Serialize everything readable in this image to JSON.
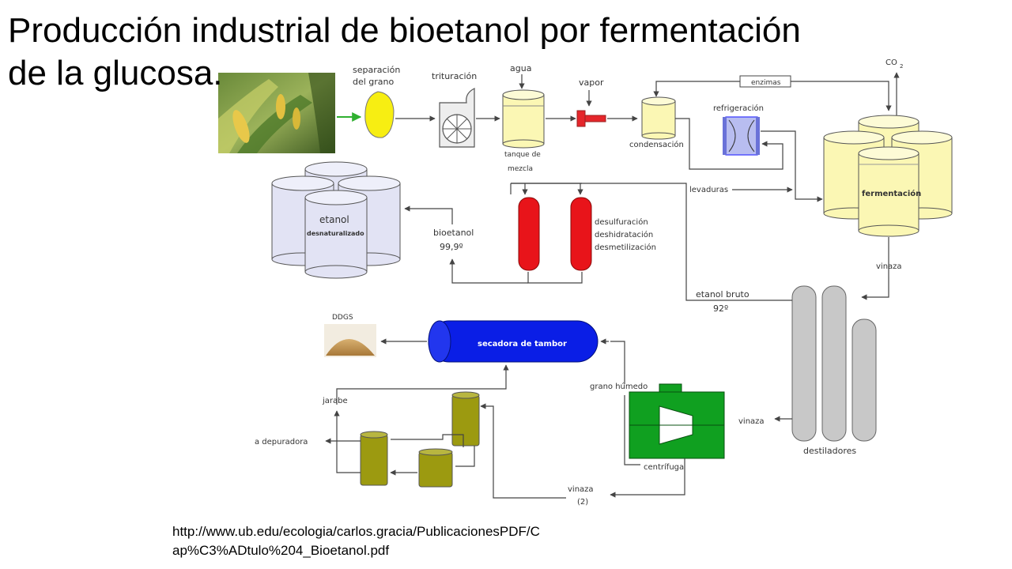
{
  "title_line1": "Producción industrial de bioetanol por fermentación",
  "title_line2": "de la glucosa.",
  "source_line1": "http://www.ub.edu/ecologia/carlos.gracia/PublicacionesPDF/C",
  "source_line2": "ap%C3%ADtulo%204_Bioetanol.pdf",
  "labels": {
    "separacion_1": "separación",
    "separacion_2": "del grano",
    "trituracion": "trituración",
    "agua": "agua",
    "vapor": "vapor",
    "tanque_1": "tanque de",
    "tanque_2": "mezcla",
    "condensacion": "condensación",
    "enzimas": "enzimas",
    "co2": "CO",
    "co2_sub": "2",
    "refrigeracion": "refrigeración",
    "levaduras": "levaduras",
    "fermentacion": "fermentación",
    "etanol_1": "etanol",
    "etanol_2": "desnaturalizado",
    "bioetanol_1": "bioetanol",
    "bioetanol_2": "99,9º",
    "proceso_1": "desulfuración",
    "proceso_2": "deshidratación",
    "proceso_3": "desmetilización",
    "vinaza_top": "vinaza",
    "etanol_bruto_1": "etanol bruto",
    "etanol_bruto_2": "92º",
    "ddgs": "DDGS",
    "secadora": "secadora de tambor",
    "grano_humedo": "grano húmedo",
    "jarabe": "jarabe",
    "depuradora": "a depuradora",
    "vinaza_right": "vinaza",
    "destiladores": "destiladores",
    "centrifuga": "centrífuga",
    "vinaza2_1": "vinaza",
    "vinaza2_2": "(2)"
  },
  "colors": {
    "grain_yellow": "#f7ee12",
    "tank_yellow": "#fbf7b4",
    "fermenter_yellow": "#fbf7b4",
    "ethanol_lavender": "#e2e3f4",
    "column_red": "#e8141a",
    "steam_red": "#e5262b",
    "dryer_blue": "#0a1ee6",
    "centrifuge_green": "#10a020",
    "olive": "#9c9a10",
    "gray": "#c8c8c8",
    "coil_blue": "#6a72d8",
    "arrow_green": "#2fb030"
  },
  "icons": {
    "corn_photo": "corn-plant-photo",
    "ddgs_pile": "ddgs-pile-photo"
  }
}
